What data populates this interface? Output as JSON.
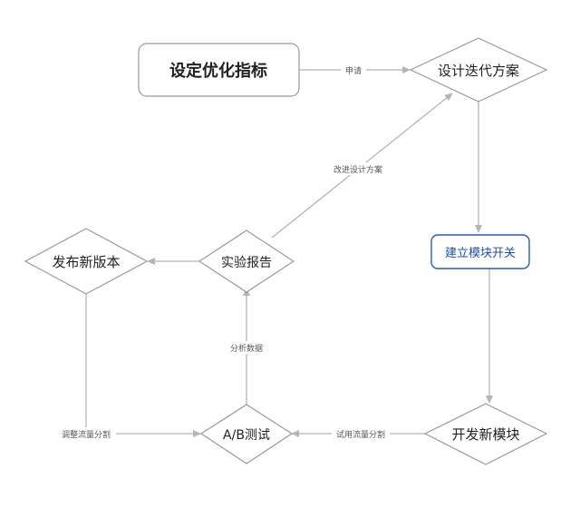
{
  "nodes": {
    "set_goal": "设定优化指标",
    "design_plan": "设计迭代方案",
    "build_switch": "建立模块开关",
    "develop_module": "开发新模块",
    "ab_test": "A/B测试",
    "report": "实验报告",
    "release": "发布新版本"
  },
  "edges": {
    "apply": "申请",
    "improve_design": "改进设计方案",
    "analyze_data": "分析数据",
    "trial_traffic": "试用流量分割",
    "adjust_traffic": "调整流量分割"
  },
  "colors": {
    "switch_text": "#1f4fa3",
    "switch_border": "#2a5db0",
    "line": "#b5b5b5"
  }
}
